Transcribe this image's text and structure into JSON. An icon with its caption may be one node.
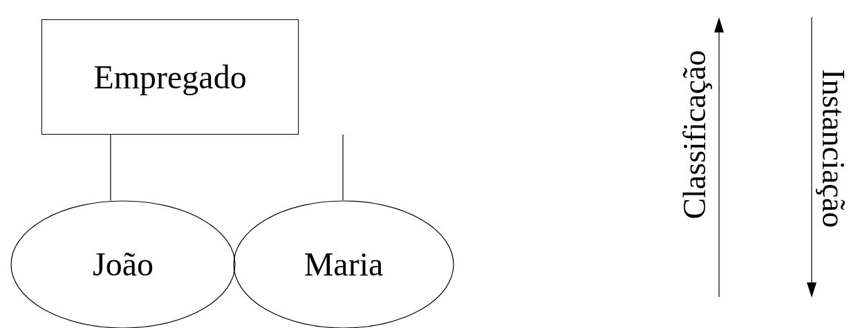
{
  "diagram": {
    "nodes": [
      {
        "text": [
          "Empregado"
        ]
      },
      {
        "text": [
          "João"
        ]
      },
      {
        "text": [
          "Maria"
        ]
      }
    ],
    "edges": [
      {
        "from": 0,
        "to": 1,
        "arrow": "none"
      },
      {
        "from": 0,
        "to": 2,
        "arrow": "none"
      }
    ],
    "labels": [
      "Classificação",
      "Instanciação"
    ]
  }
}
